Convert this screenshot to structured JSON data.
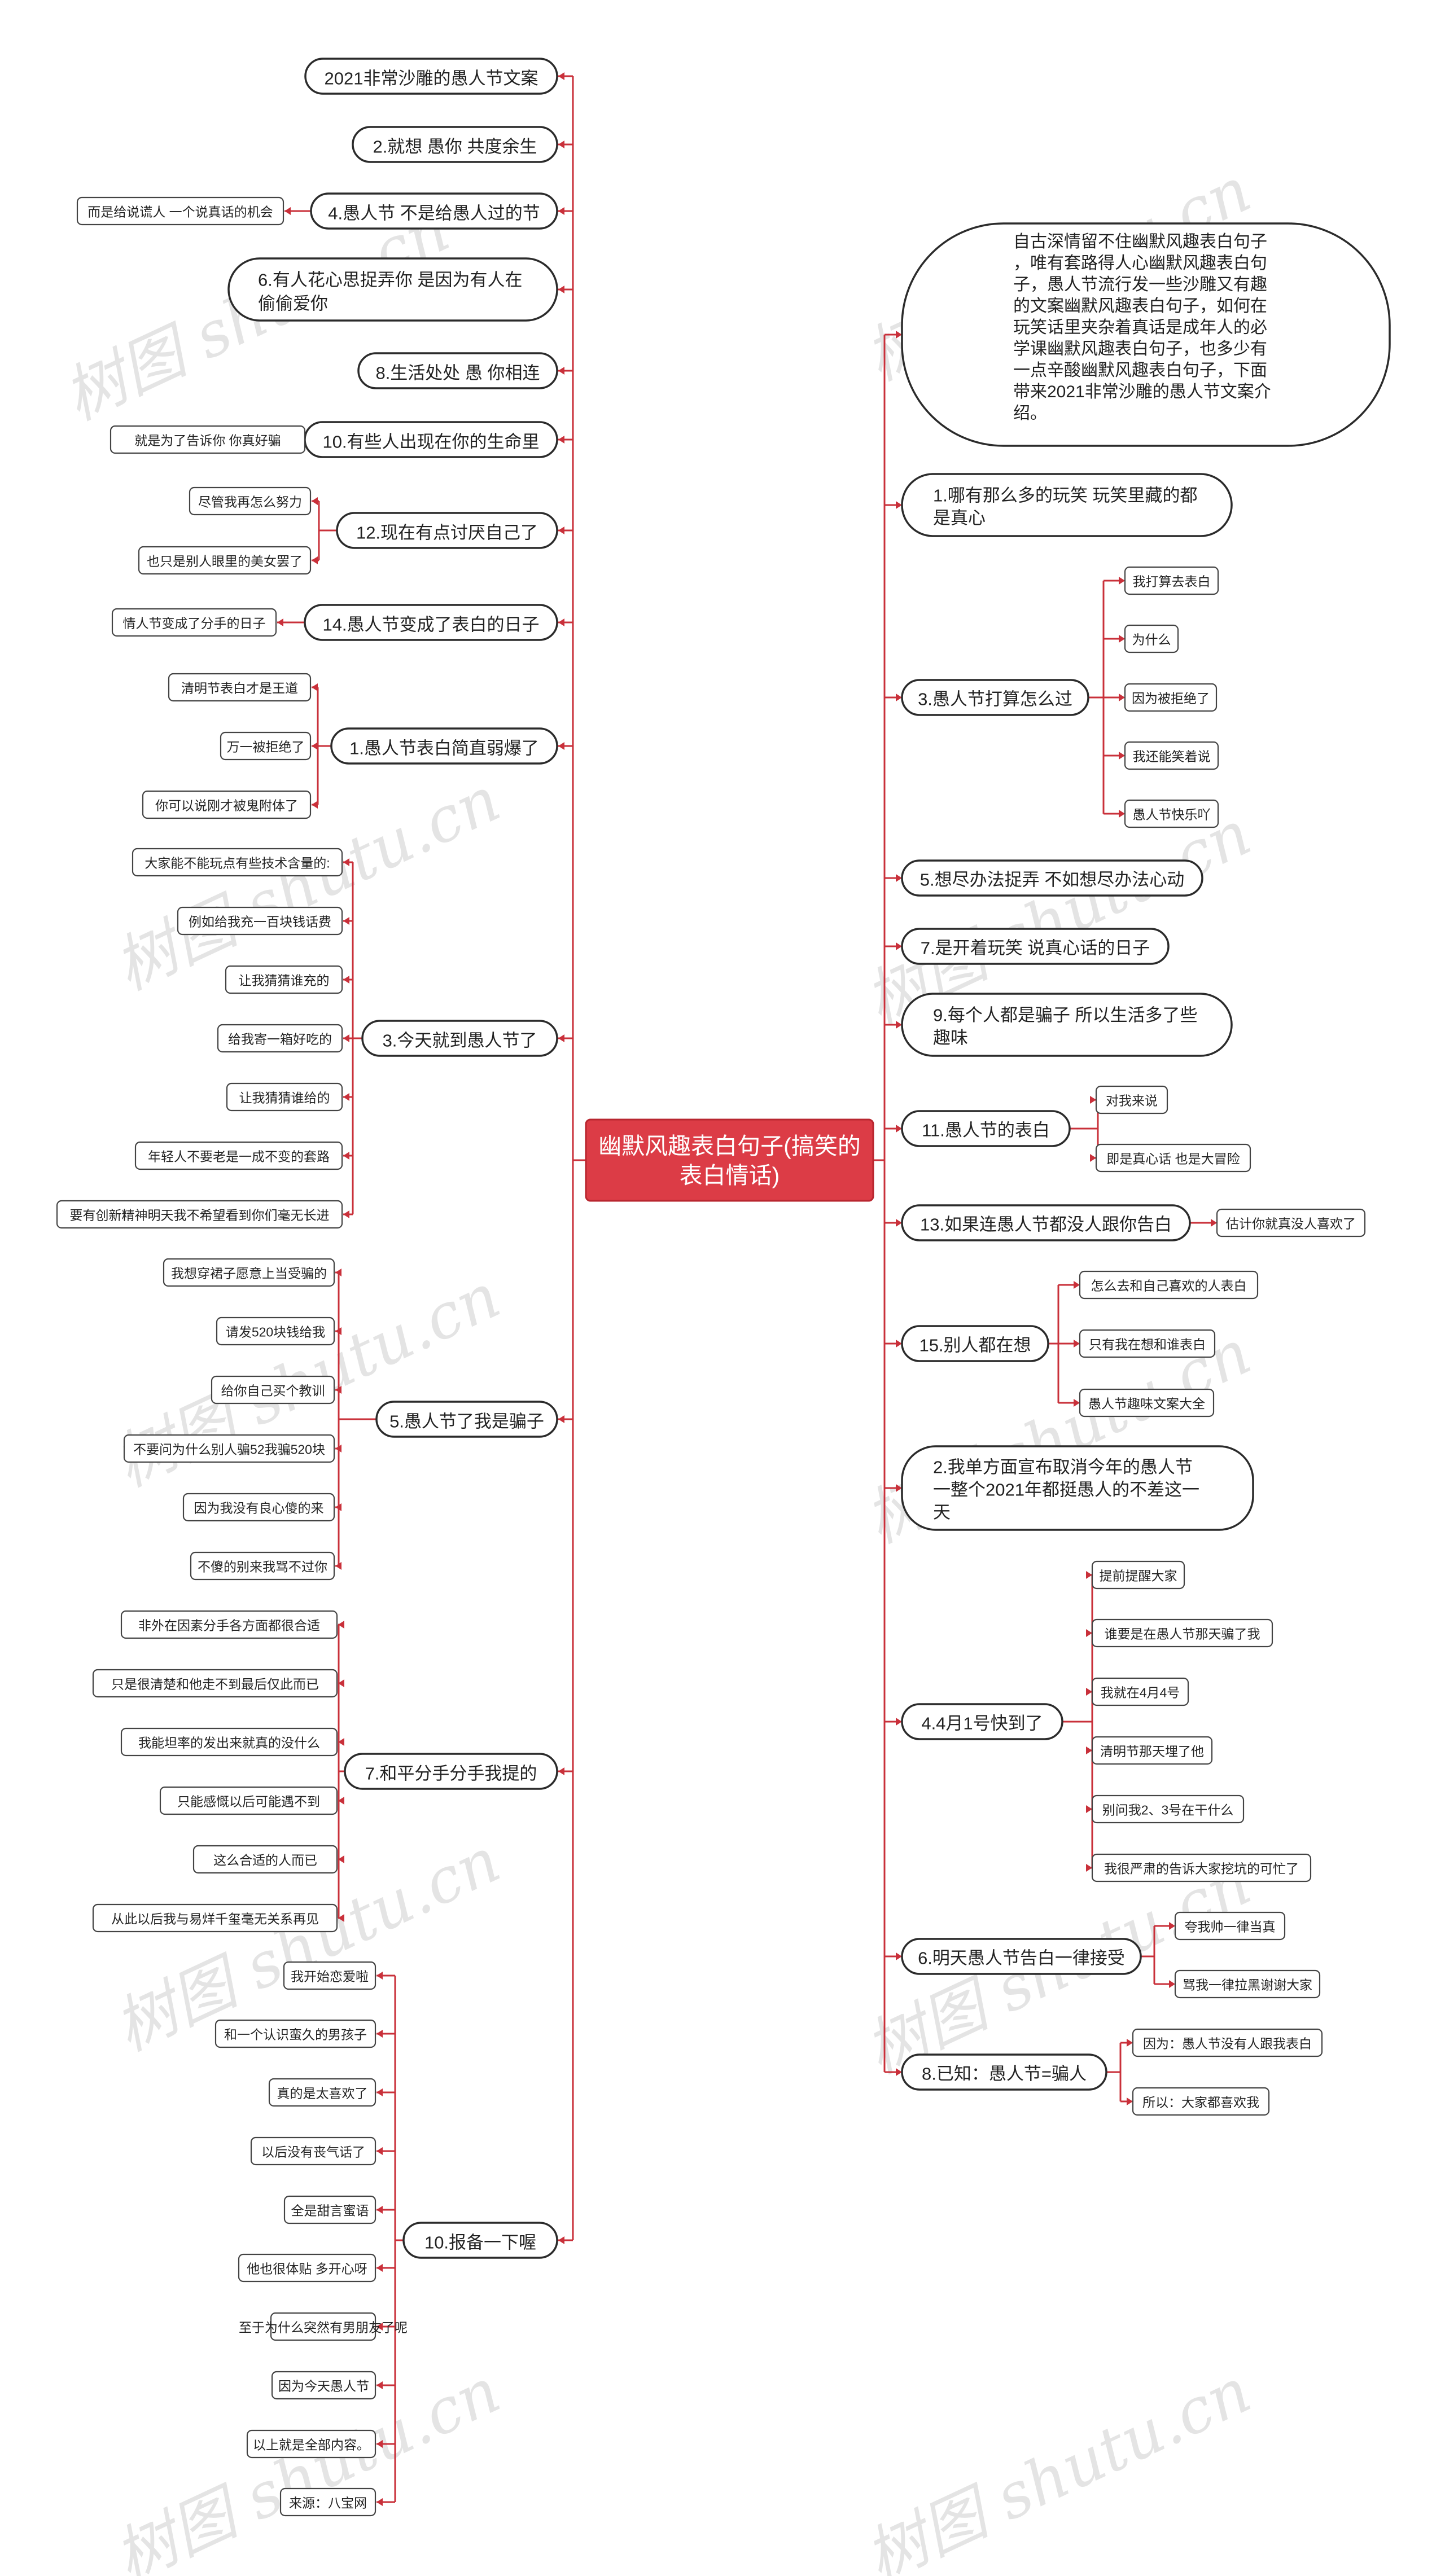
{
  "root": "幽默风趣表白句子(搞笑的表白情话)",
  "colors": {
    "line": "#c9303a",
    "root_fill": "#dc3c46",
    "root_stroke": "#b8262f",
    "node_border": "#2b2b2b"
  },
  "watermark": "树图 shutu.cn",
  "left": [
    {
      "text": "2021非常沙雕的愚人节文案",
      "children": []
    },
    {
      "text": "2.就想 愚你 共度余生",
      "children": []
    },
    {
      "text": "4.愚人节 不是给愚人过的节",
      "children": [
        "而是给说谎人 一个说真话的机会"
      ]
    },
    {
      "text": [
        "6.有人花心思捉弄你 是因为有人在",
        "偷偷爱你"
      ],
      "children": []
    },
    {
      "text": "8.生活处处 愚 你相连",
      "children": []
    },
    {
      "text": "10.有些人出现在你的生命里",
      "children": [
        "就是为了告诉你 你真好骗"
      ]
    },
    {
      "text": "12.现在有点讨厌自己了",
      "children": [
        "尽管我再怎么努力",
        "也只是别人眼里的美女罢了"
      ]
    },
    {
      "text": "14.愚人节变成了表白的日子",
      "children": [
        "情人节变成了分手的日子"
      ]
    },
    {
      "text": "1.愚人节表白简直弱爆了",
      "children": [
        "清明节表白才是王道",
        "万一被拒绝了",
        "你可以说刚才被鬼附体了"
      ]
    },
    {
      "text": "3.今天就到愚人节了",
      "children": [
        "大家能不能玩点有些技术含量的:",
        "例如给我充一百块钱话费",
        "让我猜猜谁充的",
        "给我寄一箱好吃的",
        "让我猜猜谁给的",
        "年轻人不要老是一成不变的套路",
        "要有创新精神明天我不希望看到你们毫无长进"
      ]
    },
    {
      "text": "5.愚人节了我是骗子",
      "children": [
        "我想穿裙子愿意上当受骗的",
        "请发520块钱给我",
        "给你自己买个教训",
        "不要问为什么别人骗52我骗520块",
        "因为我没有良心傻的来",
        "不傻的别来我骂不过你"
      ]
    },
    {
      "text": "7.和平分手分手我提的",
      "children": [
        "非外在因素分手各方面都很合适",
        "只是很清楚和他走不到最后仅此而已",
        "我能坦率的发出来就真的没什么",
        "只能感慨以后可能遇不到",
        "这么合适的人而已",
        "从此以后我与易烊千玺毫无关系再见"
      ]
    },
    {
      "text": "10.报备一下喔",
      "children": [
        "我开始恋爱啦",
        "和一个认识蛮久的男孩子",
        "真的是太喜欢了",
        "以后没有丧气话了",
        "全是甜言蜜语",
        "他也很体贴 多开心呀",
        "至于为什么突然有男朋友了呢",
        "因为今天愚人节",
        "以上就是全部内容。",
        "来源：八宝网"
      ]
    }
  ],
  "intro": [
    "自古深情留不住幽默风趣表白句子",
    "，唯有套路得人心幽默风趣表白句",
    "子，愚人节流行发一些沙雕又有趣",
    "的文案幽默风趣表白句子，如何在",
    "玩笑话里夹杂着真话是成年人的必",
    "学课幽默风趣表白句子，也多少有",
    "一点辛酸幽默风趣表白句子，下面",
    "带来2021非常沙雕的愚人节文案介",
    "绍。"
  ],
  "right": [
    {
      "text": [
        "1.哪有那么多的玩笑 玩笑里藏的都",
        "是真心"
      ],
      "children": []
    },
    {
      "text": "3.愚人节打算怎么过",
      "children": [
        "我打算去表白",
        "为什么",
        "因为被拒绝了",
        "我还能笑着说",
        "愚人节快乐吖"
      ]
    },
    {
      "text": "5.想尽办法捉弄 不如想尽办法心动",
      "children": []
    },
    {
      "text": "7.是开着玩笑 说真心话的日子",
      "children": []
    },
    {
      "text": [
        "9.每个人都是骗子 所以生活多了些",
        "趣味"
      ],
      "children": []
    },
    {
      "text": "11.愚人节的表白",
      "children": [
        "对我来说",
        "即是真心话 也是大冒险"
      ]
    },
    {
      "text": "13.如果连愚人节都没人跟你告白",
      "children": [
        "估计你就真没人喜欢了"
      ]
    },
    {
      "text": "15.别人都在想",
      "children": [
        "怎么去和自己喜欢的人表白",
        "只有我在想和谁表白",
        "愚人节趣味文案大全"
      ]
    },
    {
      "text": [
        "2.我单方面宣布取消今年的愚人节",
        "一整个2021年都挺愚人的不差这一",
        "天"
      ],
      "children": []
    },
    {
      "text": "4.4月1号快到了",
      "children": [
        "提前提醒大家",
        "谁要是在愚人节那天骗了我",
        "我就在4月4号",
        "清明节那天埋了他",
        "别问我2、3号在干什么",
        "我很严肃的告诉大家挖坑的可忙了"
      ]
    },
    {
      "text": "6.明天愚人节告白一律接受",
      "children": [
        "夸我帅一律当真",
        "骂我一律拉黑谢谢大家"
      ]
    },
    {
      "text": "8.已知：愚人节=骗人",
      "children": [
        "因为：愚人节没有人跟我表白",
        "所以：大家都喜欢我"
      ]
    }
  ]
}
